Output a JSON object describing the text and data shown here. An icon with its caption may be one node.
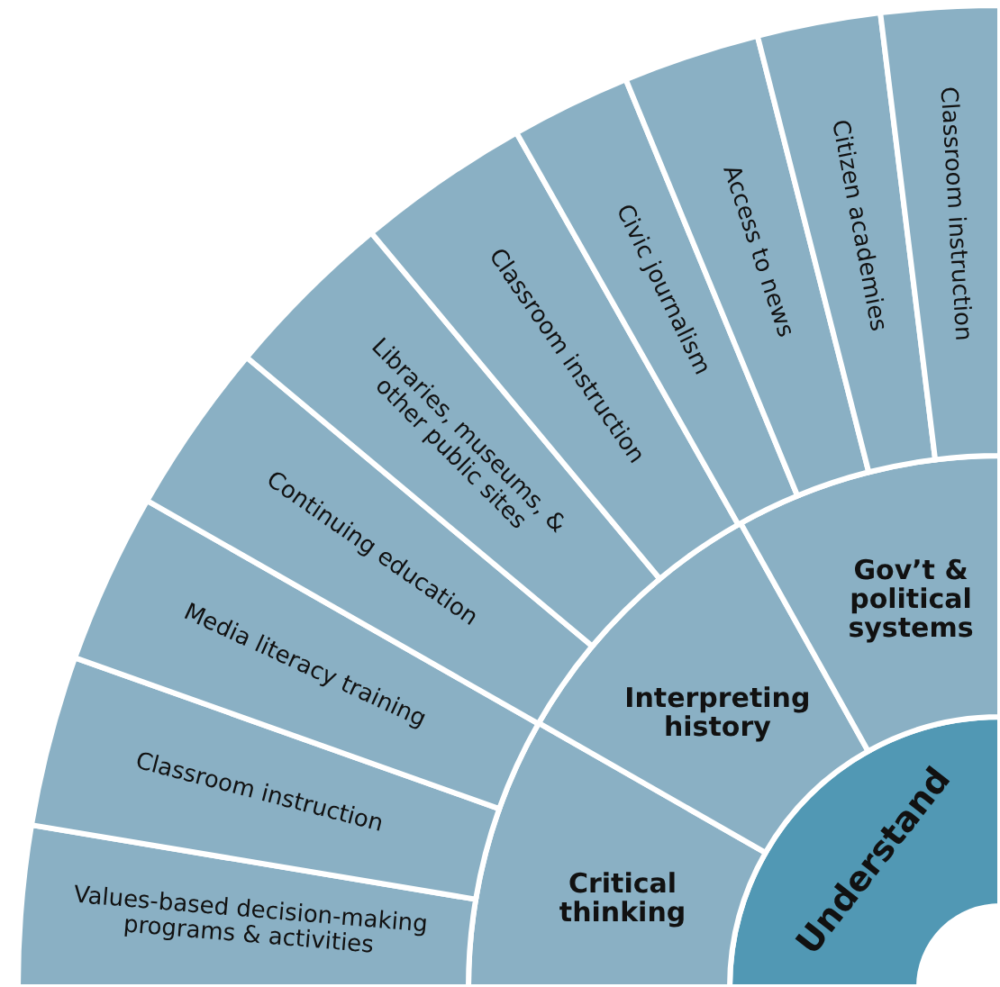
{
  "diagram": {
    "nodes": [
      {
        "text": [
          "Understand"
        ]
      },
      {
        "text": [
          "Critical thinking"
        ]
      },
      {
        "text": [
          "Interpreting history"
        ]
      },
      {
        "text": [
          "Gov’t & political systems"
        ]
      },
      {
        "text": [
          "Values-based decision-making programs & activities"
        ]
      },
      {
        "text": [
          "Classroom instruction"
        ]
      },
      {
        "text": [
          "Media literacy training"
        ]
      },
      {
        "text": [
          "Continuing education"
        ]
      },
      {
        "text": [
          "Libraries, museums, & other public sites"
        ]
      },
      {
        "text": [
          "Classroom instruction"
        ]
      },
      {
        "text": [
          "Civic journalism"
        ]
      },
      {
        "text": [
          "Access to news"
        ]
      },
      {
        "text": [
          "Citizen academies"
        ]
      },
      {
        "text": [
          "Classroom instruction"
        ]
      }
    ]
  }
}
